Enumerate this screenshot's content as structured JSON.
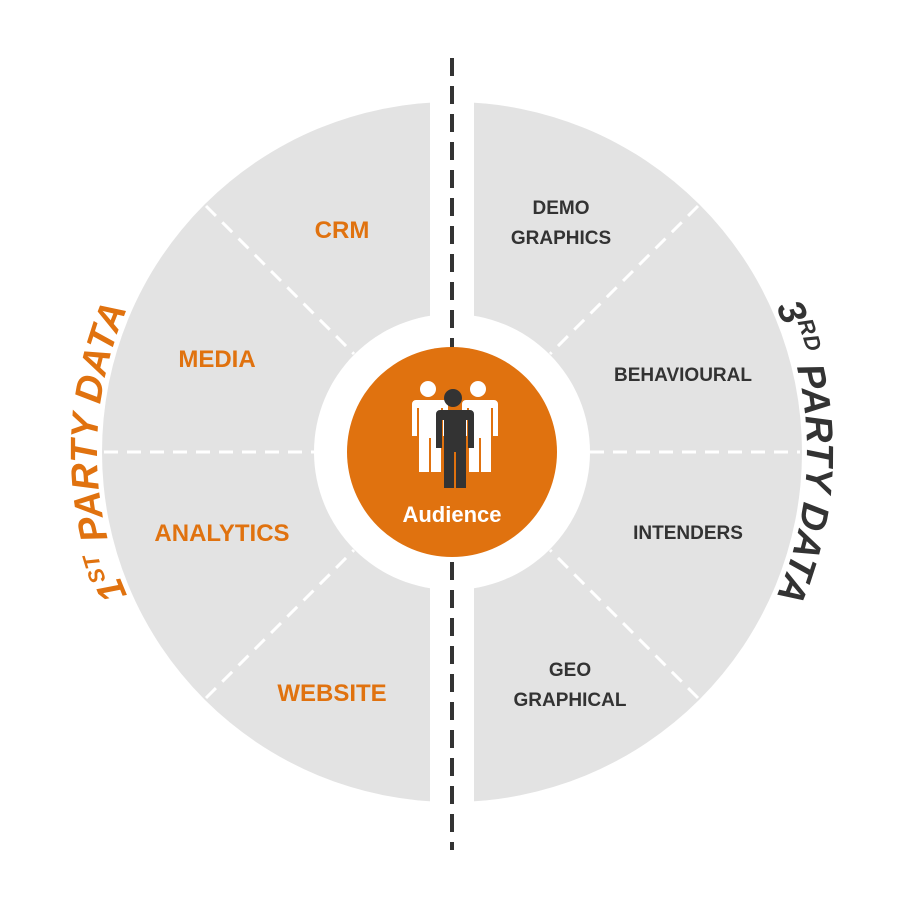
{
  "center": {
    "label": "Audience",
    "icon": "people-group-icon"
  },
  "first_party": {
    "title_num": "1",
    "title_sup": "ST",
    "title_rest": " PARTY DATA",
    "segments": [
      "CRM",
      "MEDIA",
      "ANALYTICS",
      "WEBSITE"
    ]
  },
  "third_party": {
    "title_num": "3",
    "title_sup": "RD",
    "title_rest": " PARTY DATA",
    "segments": [
      {
        "line1": "DEMO",
        "line2": "GRAPHICS"
      },
      {
        "line1": "BEHAVIOURAL"
      },
      {
        "line1": "INTENDERS"
      },
      {
        "line1": "GEO",
        "line2": "GRAPHICAL"
      }
    ]
  },
  "colors": {
    "orange": "#e0720f",
    "gray": "#e3e3e3",
    "dark": "#333333"
  }
}
